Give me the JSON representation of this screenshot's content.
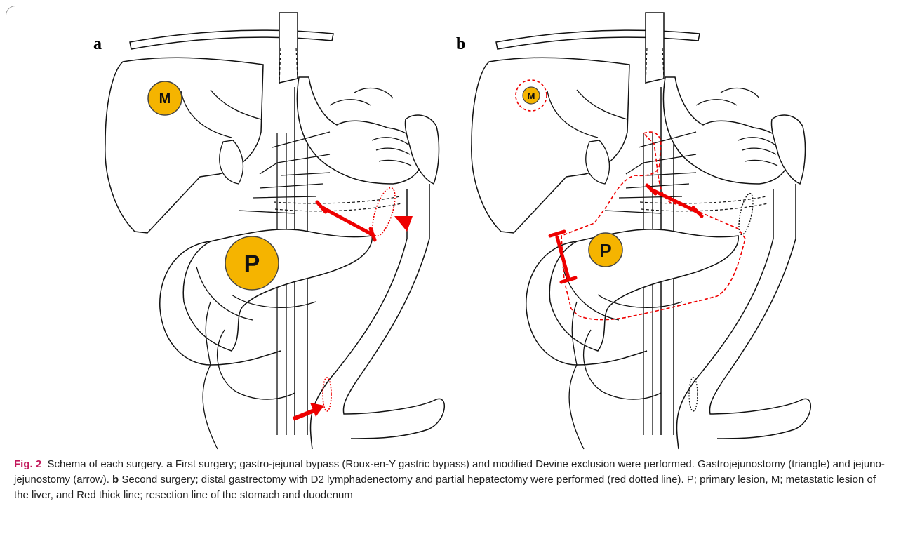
{
  "panels": [
    {
      "label": "a",
      "primary": "P",
      "metastatic": "M"
    },
    {
      "label": "b",
      "primary": "P",
      "metastatic": "M"
    }
  ],
  "colors": {
    "lesion": "#f5b400",
    "resection": "#ee0000",
    "outline": "#111111"
  },
  "caption": {
    "fig_label": "Fig. 2",
    "title": "Schema of each surgery.",
    "a_label": "a",
    "a_text": "First surgery; gastro-jejunal bypass (Roux-en-Y gastric bypass) and modified Devine exclusion were performed. Gastrojejunostomy (triangle) and jejuno-jejunostomy (arrow).",
    "b_label": "b",
    "b_text": "Second surgery; distal gastrectomy with D2 lymphadenectomy and partial hepatectomy were performed (red dotted line). P; primary lesion, M; metastatic lesion of the liver, and Red thick line; resection line of the stomach and duodenum"
  }
}
